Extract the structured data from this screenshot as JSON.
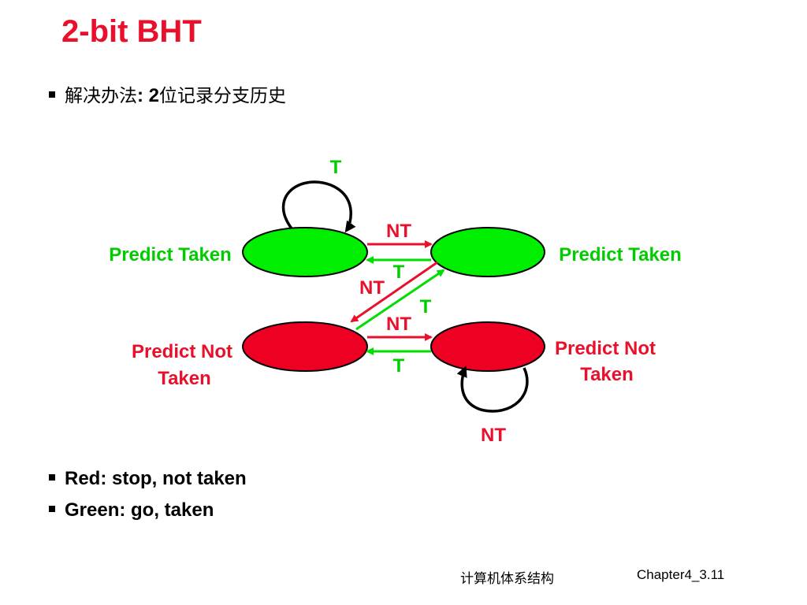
{
  "title": "2-bit BHT",
  "bullets": {
    "b1_cn_a": "解决办法",
    "b1_bold": ": 2",
    "b1_cn_b": "位记录分支历史",
    "b2": "Red: stop, not taken",
    "b3": "Green: go, taken"
  },
  "diagram": {
    "states": [
      {
        "label": "Predict Taken",
        "color": "#00ee00"
      },
      {
        "label": "Predict Taken",
        "color": "#00ee00"
      },
      {
        "label_line1": "Predict Not",
        "label_line2": "Taken",
        "color": "#ee0022"
      },
      {
        "label_line1": "Predict Not",
        "label_line2": "Taken",
        "color": "#ee0022"
      }
    ],
    "transitions": {
      "top_loop": "T",
      "top_nt": "NT",
      "top_t": "T",
      "diag_nt": "NT",
      "diag_t": "T",
      "bottom_nt": "NT",
      "bottom_t": "T",
      "bottom_loop": "NT"
    },
    "colors": {
      "green_arrow": "#00dd00",
      "red_arrow": "#e8102a",
      "green_label": "#00cc00",
      "red_label": "#e8102a"
    }
  },
  "footer": {
    "left": "计算机体系结构",
    "right": "Chapter4_3.11"
  }
}
